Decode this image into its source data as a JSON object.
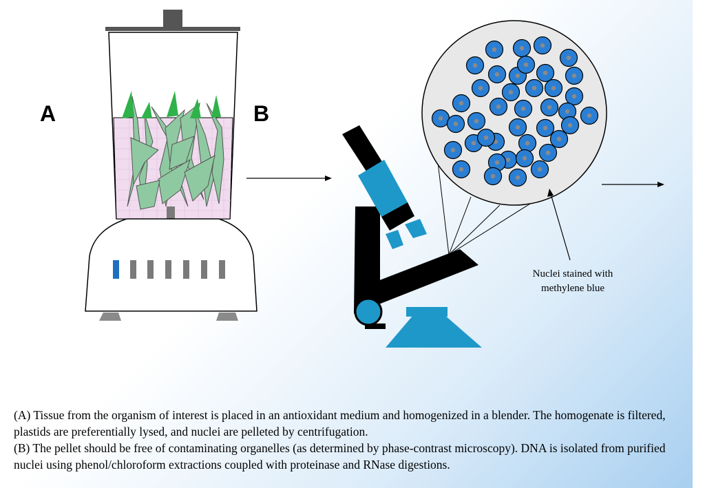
{
  "labels": {
    "a": "A",
    "b": "B"
  },
  "annotation": {
    "line1": "Nuclei stained with",
    "line2": "methylene blue"
  },
  "caption": {
    "a": "(A) Tissue from the organism of interest is placed in an antioxidant medium and homogenized in a blender.  The homogenate is filtered, plastids are preferentially lysed, and nuclei are pelleted by centrifugation.",
    "b": "(B) The pellet should be free of contaminating organelles (as determined by phase-contrast microscopy).  DNA is isolated from purified nuclei using phenol/chloroform extractions coupled with proteinase and RNase digestions."
  },
  "colors": {
    "background_gradient_end": "#a8cff0",
    "leaf_green": "#8fc9a1",
    "leaf_tip_green": "#2fb24a",
    "liquid_pink": "#f1dcef",
    "microscope_black": "#000000",
    "microscope_blue": "#1e98c8",
    "nucleus_blue": "#2a7fd4",
    "nucleolus_gray": "#8a8a8a",
    "selected_button_blue": "#1f6fc0",
    "button_gray": "#7a7a7a"
  },
  "blender": {
    "speed_buttons": 7,
    "selected_button": 1
  },
  "icons": [
    "blender-icon",
    "microscope-icon",
    "arrow-right-icon",
    "magnified-view-icon"
  ]
}
